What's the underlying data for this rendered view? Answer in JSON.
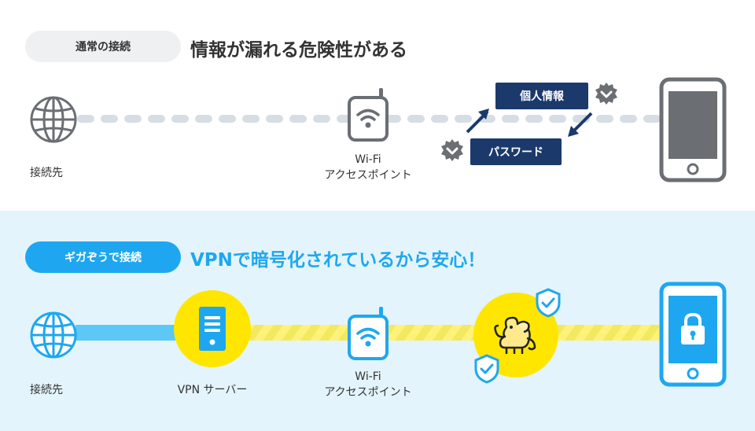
{
  "normal": {
    "pill_label": "通常の接続",
    "headline": "情報が漏れる危険性がある",
    "destination_label": "接続先",
    "wifi_label_line1": "Wi-Fi",
    "wifi_label_line2": "アクセスポイント",
    "tag_personal_info": "個人情報",
    "tag_password": "パスワード"
  },
  "vpn": {
    "pill_label": "ギガぞうで接続",
    "headline": "VPNで暗号化されているから安心！",
    "destination_label": "接続先",
    "server_label": "VPN サーバー",
    "wifi_label_line1": "Wi-Fi",
    "wifi_label_line2": "アクセスポイント"
  },
  "colors": {
    "accent_blue": "#1ea7f0",
    "navy": "#1b3a6b",
    "gray_icon": "#6b6e72",
    "yellow": "#ffe600",
    "light_bg": "#e4f4fc"
  }
}
